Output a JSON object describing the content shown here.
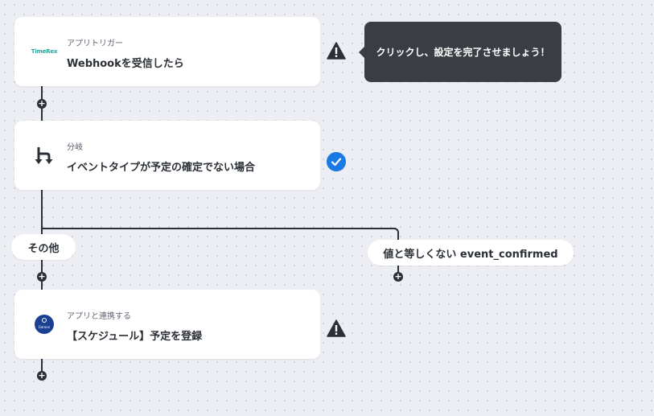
{
  "trigger": {
    "app_logo_text": "TimeRex",
    "subtitle": "アプリトリガー",
    "title": "Webhookを受信したら"
  },
  "tooltip": {
    "text": "クリックし、設定を完了させましょう！"
  },
  "branch": {
    "subtitle": "分岐",
    "title": "イベントタイプが予定の確定でない場合"
  },
  "branch_labels": {
    "other": "その他",
    "condition": "値と等しくない event_confirmed"
  },
  "action": {
    "app_logo_text": "Garoon",
    "subtitle": "アプリと連携する",
    "title": "【スケジュール】予定を登録"
  },
  "colors": {
    "canvas": "#eceef3",
    "line": "#2b2f36",
    "check": "#1a7ae3",
    "tooltip": "#3a3d43",
    "timerex": "#27a699",
    "garoon": "#1a3f93"
  },
  "icons": {
    "warning": "warning-icon",
    "check": "check-icon",
    "branch": "branch-icon",
    "plus": "plus-icon"
  }
}
